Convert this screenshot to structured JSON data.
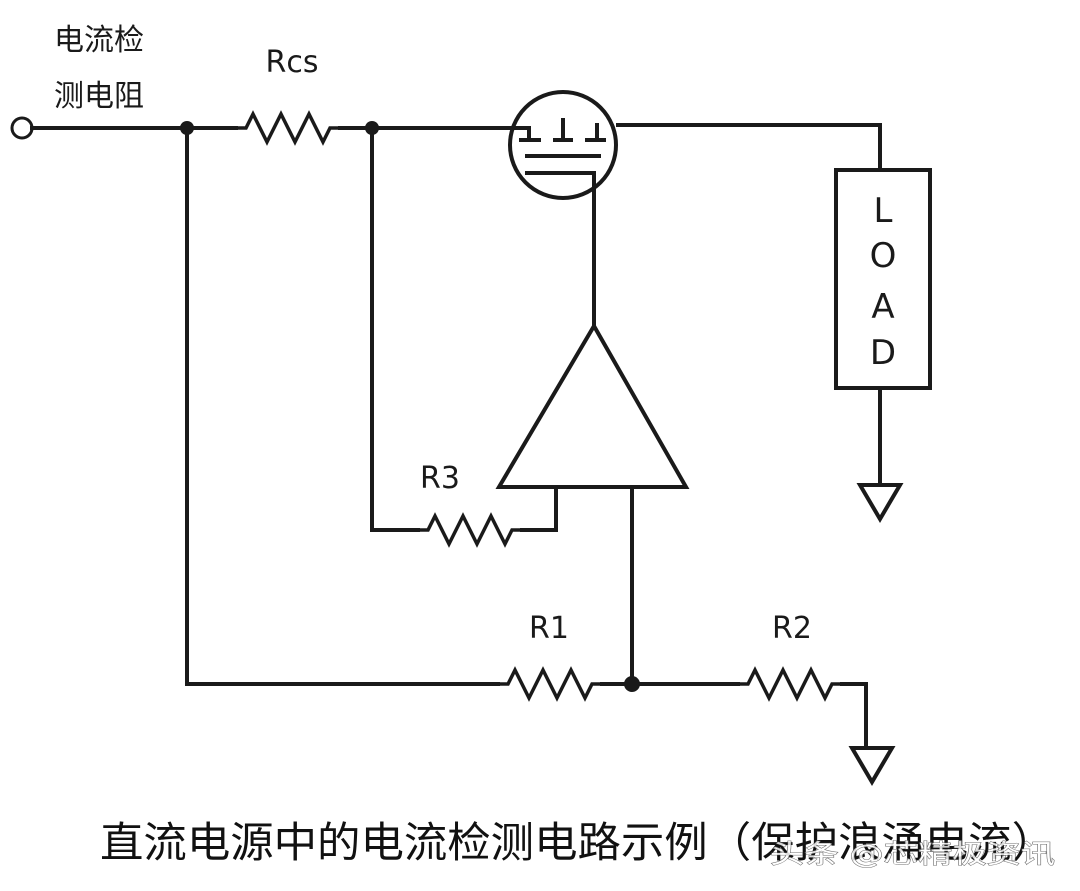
{
  "labels": {
    "sense_resistor_line1": "电流检",
    "sense_resistor_line2": "测电阻",
    "rcs": "Rcs",
    "r1": "R1",
    "r2": "R2",
    "r3": "R3",
    "load": [
      "L",
      "O",
      "A",
      "D"
    ]
  },
  "caption": "直流电源中的电流检测电路示例（保护浪涌电流）",
  "watermark": "头条 @芯精极资讯"
}
